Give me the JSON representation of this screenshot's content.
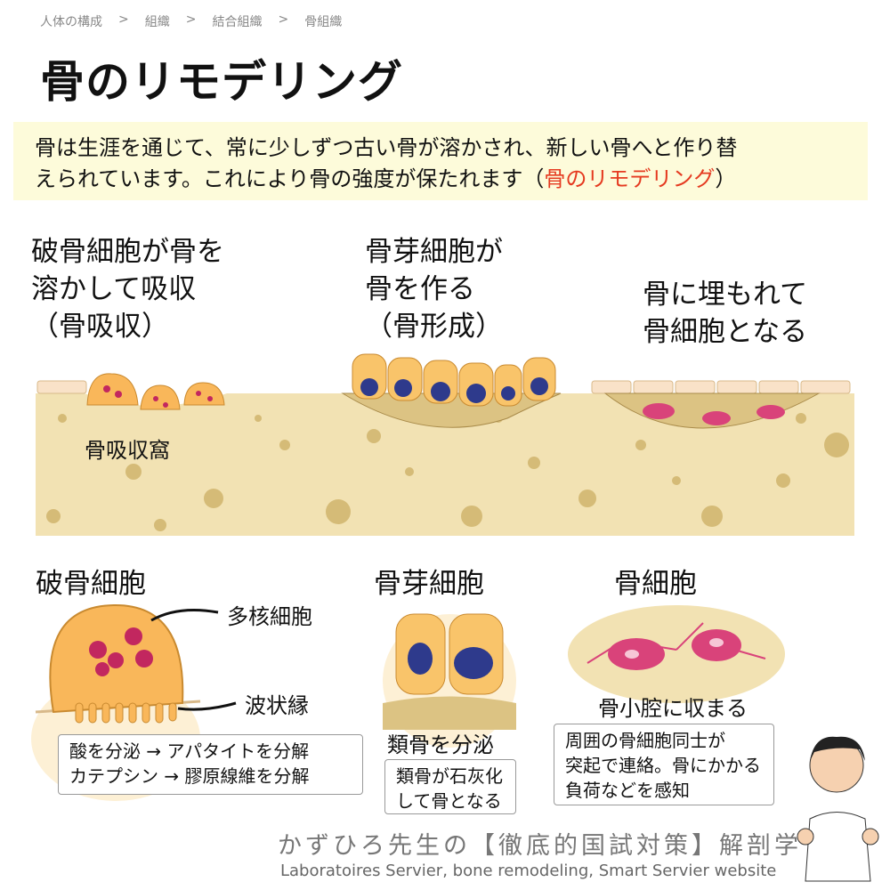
{
  "breadcrumb": [
    "人体の構成",
    "組織",
    "結合組織",
    "骨組織"
  ],
  "breadcrumb_separator": ">",
  "title": "骨のリモデリング",
  "intro": {
    "line1": "骨は生涯を通じて、常に少しずつ古い骨が溶かされ、新しい骨へと作り替",
    "line2_pre": "えられています。これにより骨の強度が保たれます（",
    "line2_highlight": "骨のリモデリング",
    "line2_post": "）",
    "highlight_color": "#e53a20"
  },
  "stages": {
    "resorption": [
      "破骨細胞が骨を",
      "溶かして吸収",
      "（骨吸収）"
    ],
    "formation": [
      "骨芽細胞が",
      "骨を作る",
      "（骨形成）"
    ],
    "embedding": [
      "骨に埋もれて",
      "骨細胞となる"
    ],
    "pit_label": "骨吸収窩"
  },
  "osteoclast": {
    "title": "破骨細胞",
    "callout_nuclei": "多核細胞",
    "callout_border": "波状縁",
    "desc": [
      "酸を分泌 → アパタイトを分解",
      "カテプシン → 膠原線維を分解"
    ]
  },
  "osteoblast": {
    "title": "骨芽細胞",
    "caption": "類骨を分泌",
    "desc": [
      "類骨が石灰化",
      "して骨となる"
    ]
  },
  "osteocyte": {
    "title": "骨細胞",
    "caption": "骨小腔に収まる",
    "desc": [
      "周囲の骨細胞同士が",
      "突起で連絡。骨にかかる",
      "負荷などを感知"
    ]
  },
  "footer": {
    "brand": "かずひろ先生の【徹底的国試対策】解剖学",
    "credit": "Laboratoires Servier, bone remodeling, Smart Servier website"
  },
  "colors": {
    "bone": "#f2e2b3",
    "cell": "#f9b75a",
    "nucleus": "#2e3a8c",
    "osteocyte": "#d9437a",
    "box_bg": "#fdfbda"
  }
}
